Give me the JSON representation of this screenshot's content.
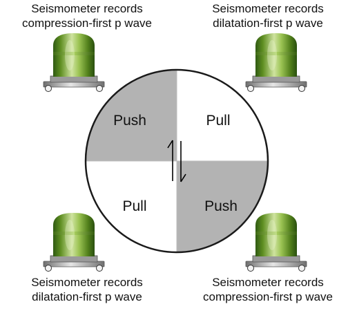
{
  "captions": {
    "top_left": {
      "line1": "Seismometer records",
      "line2": "compression-first p wave"
    },
    "top_right": {
      "line1": "Seismometer records",
      "line2": "dilatation-first p wave"
    },
    "bottom_left": {
      "line1": "Seismometer records",
      "line2": "dilatation-first p wave"
    },
    "bottom_right": {
      "line1": "Seismometer records",
      "line2": "compression-first p wave"
    }
  },
  "quadrants": {
    "top_left": "Push",
    "top_right": "Pull",
    "bottom_left": "Pull",
    "bottom_right": "Push"
  },
  "colors": {
    "push_fill": "#b3b3b3",
    "pull_fill": "#ffffff",
    "outline": "#1a1a1a",
    "seismometer_green_light": "#cfe3a0",
    "seismometer_green_mid": "#7aab2e",
    "seismometer_green_dark": "#2f5a12",
    "seismometer_base": "#8a8a8a"
  },
  "icons": {
    "seismometer": "seismometer-icon",
    "fault": "fault-slip-arrows-icon"
  }
}
